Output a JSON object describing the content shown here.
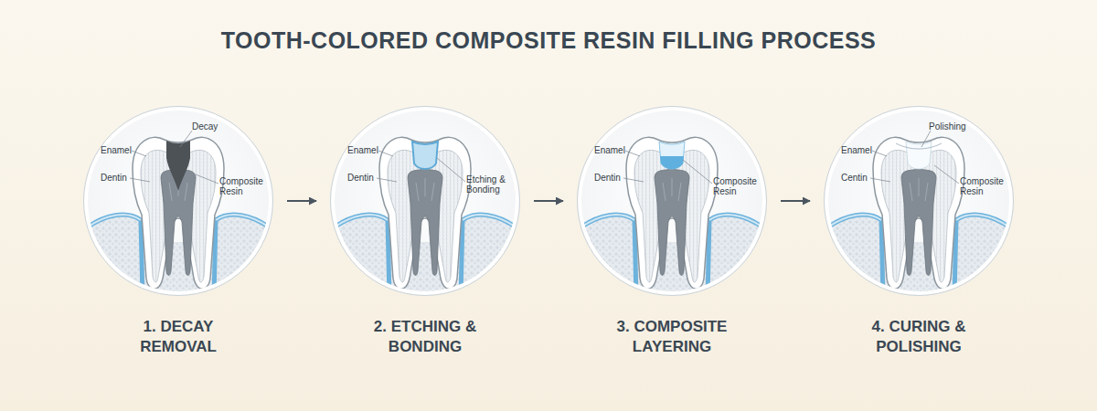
{
  "diagram": {
    "title": "TOOTH-COLORED COMPOSITE RESIN FILLING PROCESS",
    "nodes": [
      {
        "text": [
          "Enamel",
          "Decay",
          "Dentin",
          "Composite Resin",
          "1. DECAY REMOVAL"
        ]
      },
      {
        "text": [
          "Enamel",
          "Dentin",
          "Etching & Bonding",
          "2. ETCHING & BONDING"
        ]
      },
      {
        "text": [
          "Enamel",
          "Dentin",
          "Composite Resin",
          "3. COMPOSITE LAYERING"
        ]
      },
      {
        "text": [
          "Polishing",
          "Enamel",
          "Centin",
          "Composite Resin",
          "4. CURING & POLISHING"
        ]
      }
    ],
    "edges": [
      {
        "from": 0,
        "to": 1,
        "arrow": "to"
      },
      {
        "from": 1,
        "to": 2,
        "arrow": "to"
      },
      {
        "from": 2,
        "to": 3,
        "arrow": "to"
      }
    ]
  }
}
